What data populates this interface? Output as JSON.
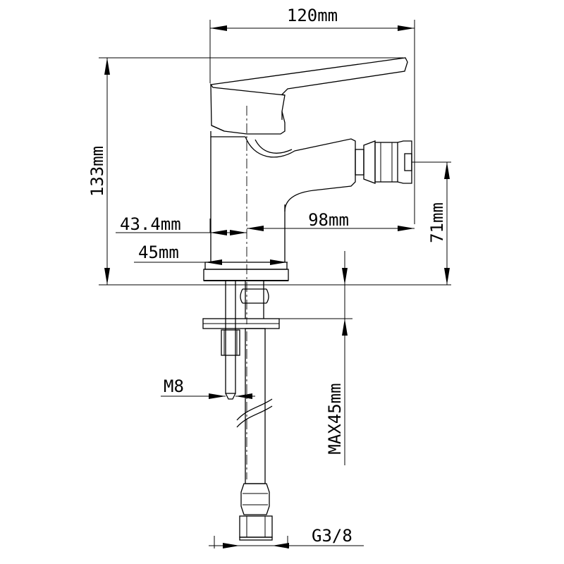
{
  "dimensions": {
    "width_total": "120mm",
    "height_total": "133mm",
    "spout_height": "71mm",
    "body_offset": "43.4mm",
    "spout_reach": "98mm",
    "base_diameter": "45mm",
    "mount_thickness": "MAX45mm",
    "stud_thread": "M8",
    "hose_thread": "G3/8"
  },
  "colors": {
    "line": "#000000",
    "background": "#ffffff"
  }
}
